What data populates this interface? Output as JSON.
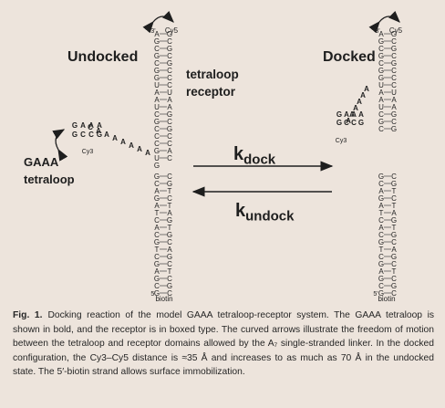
{
  "labels": {
    "undocked": "Undocked",
    "docked": "Docked",
    "receptor_line1": "tetraloop",
    "receptor_line2": "receptor",
    "gaaa_line1": "GAAA",
    "gaaa_line2": "tetraloop",
    "kdock_main": "k",
    "kdock_sub": "dock",
    "kundock_main": "k",
    "kundock_sub": "undock",
    "cy5": "Cy5",
    "cy3": "Cy3",
    "biotin": "biotin",
    "three_prime": "3'",
    "five_prime": "5'"
  },
  "sequences": {
    "undocked_left": "AGCGCGGUAAUCGCCCGUG",
    "undocked_right": "GCGCGCCCUAAGCGCCAC",
    "undocked_bottom_left": "GCAGATCACGTCGAGCG",
    "undocked_bottom_right": "CGTCTAGTGCAGCTCGC",
    "linker": "AAAAAAAC",
    "loop": "GAAAGCCG",
    "docked_left": "AGCGCGGUAAUCGC",
    "docked_right": "GCGCGCCCUAAGCG"
  },
  "caption": {
    "fig_label": "Fig. 1.",
    "text": "Docking reaction of the model GAAA tetraloop-receptor system. The GAAA tetraloop is shown in bold, and the receptor is in boxed type. The curved arrows illustrate the freedom of motion between the tetraloop and receptor domains allowed by the A₇ single-stranded linker. In the docked configuration, the Cy3–Cy5 distance is ≈35 Å and increases to as much as 70 Å in the undocked state. The 5′-biotin strand allows surface immobilization."
  }
}
